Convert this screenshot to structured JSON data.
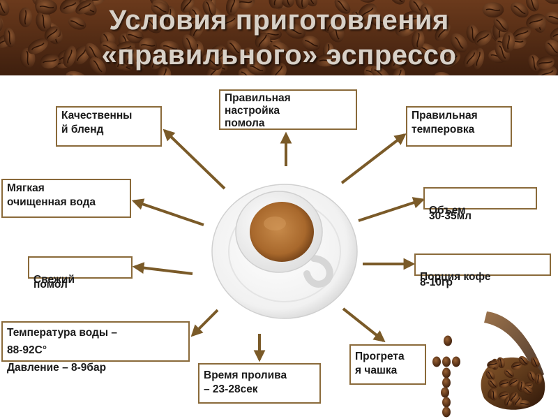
{
  "title": {
    "line1": "Условия приготовления",
    "line2": "«правильного» эспрессо"
  },
  "conditions": {
    "blend": "Качественны\nй бленд",
    "grind_setting": "Правильная\nнастройка\nпомола",
    "tamping": "Правильная\nтемперовка",
    "water": "Мягкая\nочищенная вода",
    "volume_label": "Объем",
    "volume_value": "30-35мл",
    "fresh_grind_label": "Свежий",
    "fresh_grind_value": "помол",
    "dose_label": "Порция кофе",
    "dose_value": "8-10гр",
    "temperature": "Температура воды –\n88-92С°\nДавление – 8-9бар",
    "brew_time": "Время пролива\n– 23-28сек",
    "warm_cup": "Прогрета\nя чашка"
  },
  "colors": {
    "arrow": "#7a5a28",
    "box_border": "#8a6a3a",
    "header_bg": "#5a3018",
    "title_text": "#d8d1c8",
    "crema": "#b87a3a"
  },
  "icons": [
    "coffee-beans-background",
    "espresso-cup-icon",
    "coffee-bean-letter-i",
    "coffee-beans-spoon-icon"
  ]
}
